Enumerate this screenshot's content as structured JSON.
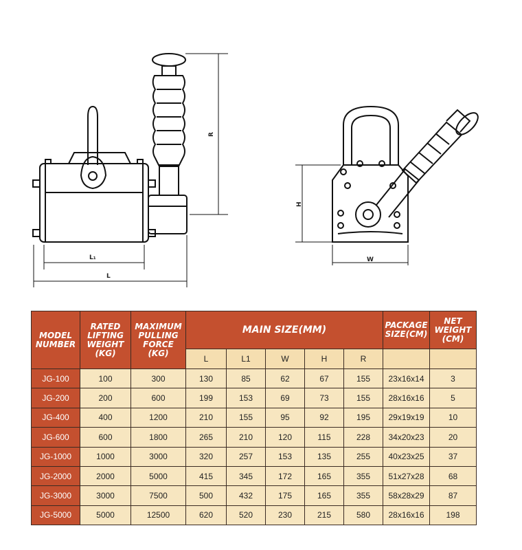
{
  "drawing": {
    "labels": {
      "L1": "L₁",
      "L": "L",
      "R": "R",
      "H": "H",
      "W": "W"
    }
  },
  "table": {
    "headers": {
      "model": [
        "MODEL",
        "NUMBER"
      ],
      "rated": [
        "RATED",
        "LIFTING",
        "WEIGHT",
        "(KG)"
      ],
      "pulling": [
        "MAXIMUM",
        "PULLING",
        "FORCE",
        "(KG)"
      ],
      "main_size": "MAIN SIZE(MM)",
      "package": [
        "PACKAGE",
        "SIZE(CM)"
      ],
      "net": [
        "NET",
        "WEIGHT",
        "(CM)"
      ]
    },
    "sub_headers": [
      "L",
      "L1",
      "W",
      "H",
      "R"
    ],
    "rows": [
      [
        "JG-100",
        "100",
        "300",
        "130",
        "85",
        "62",
        "67",
        "155",
        "23x16x14",
        "3"
      ],
      [
        "JG-200",
        "200",
        "600",
        "199",
        "153",
        "69",
        "73",
        "155",
        "28x16x16",
        "5"
      ],
      [
        "JG-400",
        "400",
        "1200",
        "210",
        "155",
        "95",
        "92",
        "195",
        "29x19x19",
        "10"
      ],
      [
        "JG-600",
        "600",
        "1800",
        "265",
        "210",
        "120",
        "115",
        "228",
        "34x20x23",
        "20"
      ],
      [
        "JG-1000",
        "1000",
        "3000",
        "320",
        "257",
        "153",
        "135",
        "255",
        "40x23x25",
        "37"
      ],
      [
        "JG-2000",
        "2000",
        "5000",
        "415",
        "345",
        "172",
        "165",
        "355",
        "51x27x28",
        "68"
      ],
      [
        "JG-3000",
        "3000",
        "7500",
        "500",
        "432",
        "175",
        "165",
        "355",
        "58x28x29",
        "87"
      ],
      [
        "JG-5000",
        "5000",
        "12500",
        "620",
        "520",
        "230",
        "215",
        "580",
        "28x16x16",
        "198"
      ]
    ]
  }
}
